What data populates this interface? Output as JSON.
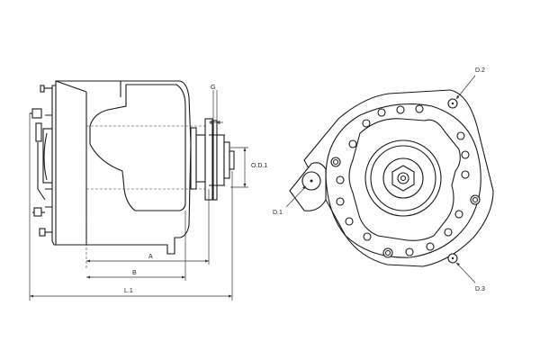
{
  "side_view": {
    "labels": {
      "g": "G",
      "od1": "O.D.1",
      "a": "A",
      "b": "B",
      "l1": "L.1"
    }
  },
  "front_view": {
    "labels": {
      "d1": "D.1",
      "d2": "D.2",
      "d3": "D.3"
    }
  },
  "colors": {
    "line": "#1a1a1a",
    "background": "#ffffff"
  }
}
